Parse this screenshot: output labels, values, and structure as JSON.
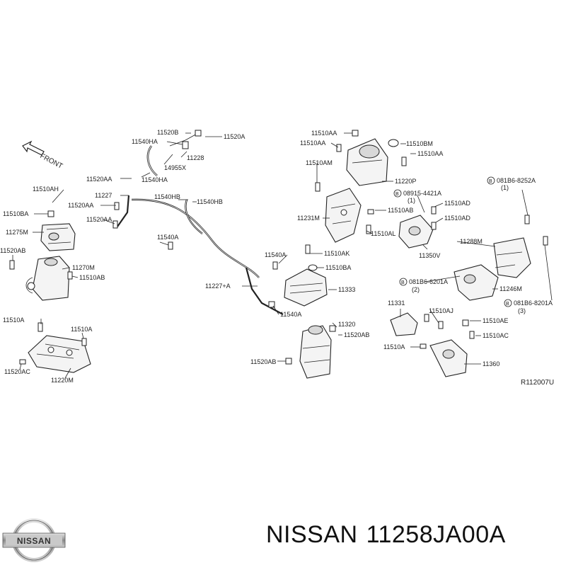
{
  "diagram": {
    "direction_label": "FRONT",
    "reference_code": "R112007U",
    "labels": {
      "l11520B": "11520B",
      "l11520A_t": "11520A",
      "l11540HA_1": "11540HA",
      "l11228": "11228",
      "l14955X": "14955X",
      "l11540HA_2": "11540HA",
      "l11520AA_1": "11520AA",
      "l11227_1": "11227",
      "l11540HB_1": "11540HB",
      "l11540HB_2": "11540HB",
      "l11510AH": "11510AH",
      "l11520AA_2": "11520AA",
      "l11510BA": "11510BA",
      "l11520AA_3": "11520AA",
      "l11275M": "11275M",
      "l11540A_1": "11540A",
      "l11520AB_1": "11520AB",
      "l11270M": "11270M",
      "l11510AB": "11510AB",
      "l11510AA_1": "11510AA",
      "l11510AA_2": "11510AA",
      "l11510BM": "11510BM",
      "l11510AA_3": "11510AA",
      "l11510AM": "11510AM",
      "l11220P": "11220P",
      "l08186_8252A": "081B6-8252A",
      "l_q1a": "(1)",
      "l08915_4421A": "08915-4421A",
      "l_q1b": "(1)",
      "l11510AD_1": "11510AD",
      "l11231M": "11231M",
      "l11510AB_2": "11510AB",
      "l11510AD_2": "11510AD",
      "l11510AL": "11510AL",
      "l11288M": "11288M",
      "l11350V": "11350V",
      "l11540A_2": "11540A",
      "l11510AK": "11510AK",
      "l11510BA_2": "11510BA",
      "l11227A": "11227+A",
      "l11333": "11333",
      "l08186_6201A": "081B6-6201A",
      "l_q2": "(2)",
      "l11246M": "11246M",
      "l08186_8201A": "081B6-8201A",
      "l_q3": "(3)",
      "l11540A_3": "11540A",
      "l11331": "11331",
      "l11510AJ": "11510AJ",
      "l11320": "11320",
      "l11520AB_2": "11520AB",
      "l11510AE": "11510AE",
      "l11510AC": "11510AC",
      "l11510A_1": "11510A",
      "l11510A_2": "11510A",
      "l11510A_3": "11510A",
      "l11360": "11360",
      "l11520AB_3": "11520AB",
      "l11520AC": "11520AC",
      "l11220M": "11220M"
    }
  },
  "caption": {
    "brand": "NISSAN",
    "part_number": "11258JA00A"
  },
  "logo": {
    "text": "NISSAN"
  }
}
